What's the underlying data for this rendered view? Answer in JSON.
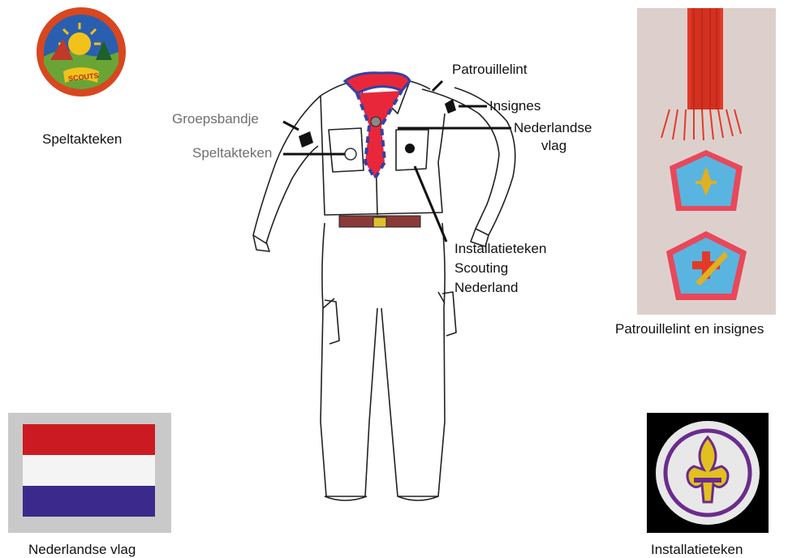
{
  "captions": {
    "speltakteken": "Speltakteken",
    "patrouillelint": "Patrouillelint en insignes",
    "vlag": "Nederlandse vlag",
    "installatieteken": "Installatieteken"
  },
  "badge_text": "SCOUTS",
  "labels": {
    "patrouillelint": "Patrouillelint",
    "insignes": "Insignes",
    "nederlandse_vlag_1": "Nederlandse",
    "nederlandse_vlag_2": "vlag",
    "groepsbandje": "Groepsbandje",
    "speltakteken": "Speltakteken",
    "installatie_1": "Installatieteken",
    "installatie_2": "Scouting",
    "installatie_3": "Nederland"
  },
  "colors": {
    "flag_red": "#cc1a22",
    "flag_white": "#f4f4f4",
    "flag_blue": "#3b2a8c",
    "scarf_red": "#e8283a",
    "scarf_blue": "#3440a8",
    "lint_red": "#e23a28",
    "insigne_blue": "#5ab4e0"
  }
}
